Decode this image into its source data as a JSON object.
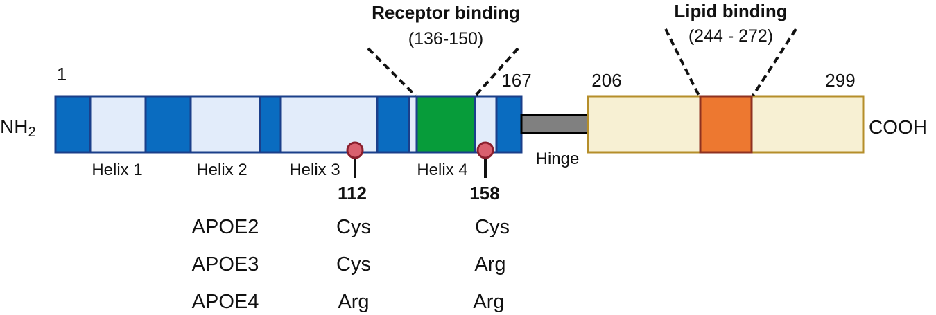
{
  "terminals": {
    "n": "NH",
    "n_sub": "2",
    "c": "COOH"
  },
  "positions": {
    "p1": "1",
    "p167": "167",
    "p206": "206",
    "p299": "299"
  },
  "helices": [
    "Helix 1",
    "Helix 2",
    "Helix 3",
    "Helix 4"
  ],
  "hinge": "Hinge",
  "receptor": {
    "title": "Receptor binding",
    "range": "(136-150)"
  },
  "lipid": {
    "title": "Lipid binding",
    "range": "(244 - 272)"
  },
  "sites": [
    "112",
    "158"
  ],
  "isoforms": [
    {
      "name": "APOE2",
      "r112": "Cys",
      "r158": "Cys"
    },
    {
      "name": "APOE3",
      "r112": "Cys",
      "r158": "Arg"
    },
    {
      "name": "APOE4",
      "r112": "Arg",
      "r158": "Arg"
    }
  ],
  "colors": {
    "helix_dark": "#0a6cc0",
    "helix_light": "#e2ecfa",
    "helix_border": "#1b3f8a",
    "receptor_green": "#079c3a",
    "hinge_gray": "#808080",
    "cterm_fill": "#f7f0d3",
    "cterm_border": "#b58e2a",
    "lipid_orange": "#ed7830",
    "lipid_border": "#8f3220",
    "site_fill": "#d9606e",
    "site_border": "#8a1f2d"
  }
}
